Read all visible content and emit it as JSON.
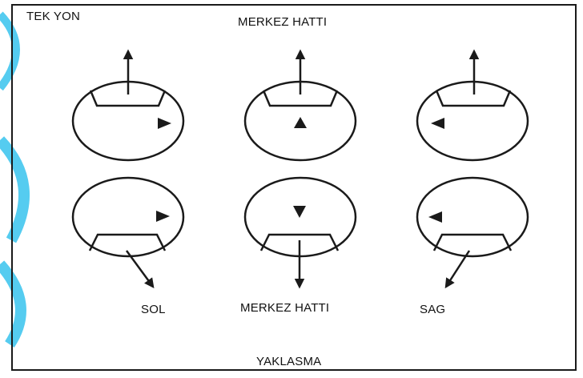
{
  "labels": {
    "corner": "TEK YON",
    "top_center": "MERKEZ HATTI",
    "left": "SOL",
    "center": "MERKEZ HATTI",
    "right": "SAG",
    "bottom": "YAKLASMA"
  },
  "colors": {
    "line": "#1a1a1a",
    "accent_decor": "#55ccf0"
  }
}
